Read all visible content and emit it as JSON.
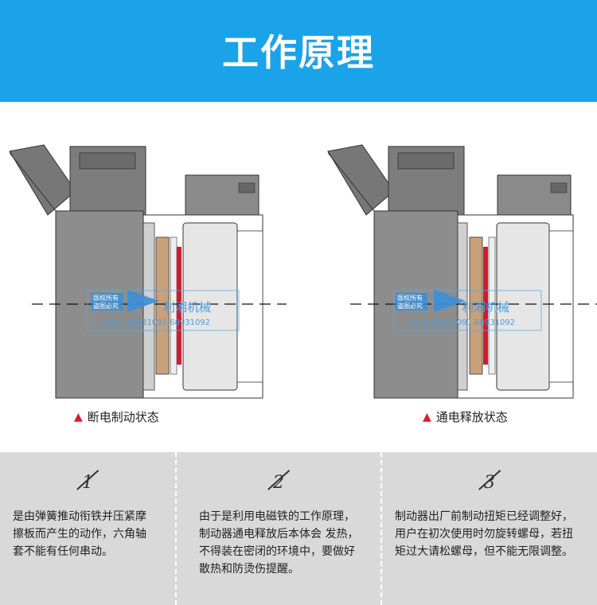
{
  "header": {
    "title": "工作原理"
  },
  "diagrams": [
    {
      "caption": "断电制动状态",
      "watermark": {
        "badge_line1": "版权所有",
        "badge_line2": "盗图必究",
        "brand": "利湘机械",
        "phone": "0551-68931091,68931092"
      }
    },
    {
      "caption": "通电释放状态",
      "watermark": {
        "badge_line1": "版权所有",
        "badge_line2": "盗图必究",
        "brand": "利湘机械",
        "phone": "0551-68931091,68931092"
      }
    }
  ],
  "notes": [
    {
      "number": "1",
      "text_lines": [
        "是由弹簧推动衔铁并压紧摩",
        "擦板而产生的动作，六角轴",
        "套不能有任何串动。"
      ]
    },
    {
      "number": "2",
      "text_lines": [
        "由于是利用电磁铁的工作原理，",
        "制动器通电释放后本体会 发热，",
        "不得装在密闭的环境中，要做好",
        "散热和防烫伤提醒。"
      ]
    },
    {
      "number": "3",
      "text_lines": [
        "制动器出厂前制动扭矩已经调整好，",
        "用户在初次使用时勿旋转螺母，若扭",
        "矩过大请松螺母，但不能无限调整。"
      ]
    }
  ],
  "colors": {
    "banner": "#1aa3e8",
    "triangle": "#e0192c",
    "notes_bg": "#d9d9d9",
    "housing": "#8a8a8a",
    "friction": "#c8a07a",
    "coil": "#d41a2a"
  }
}
